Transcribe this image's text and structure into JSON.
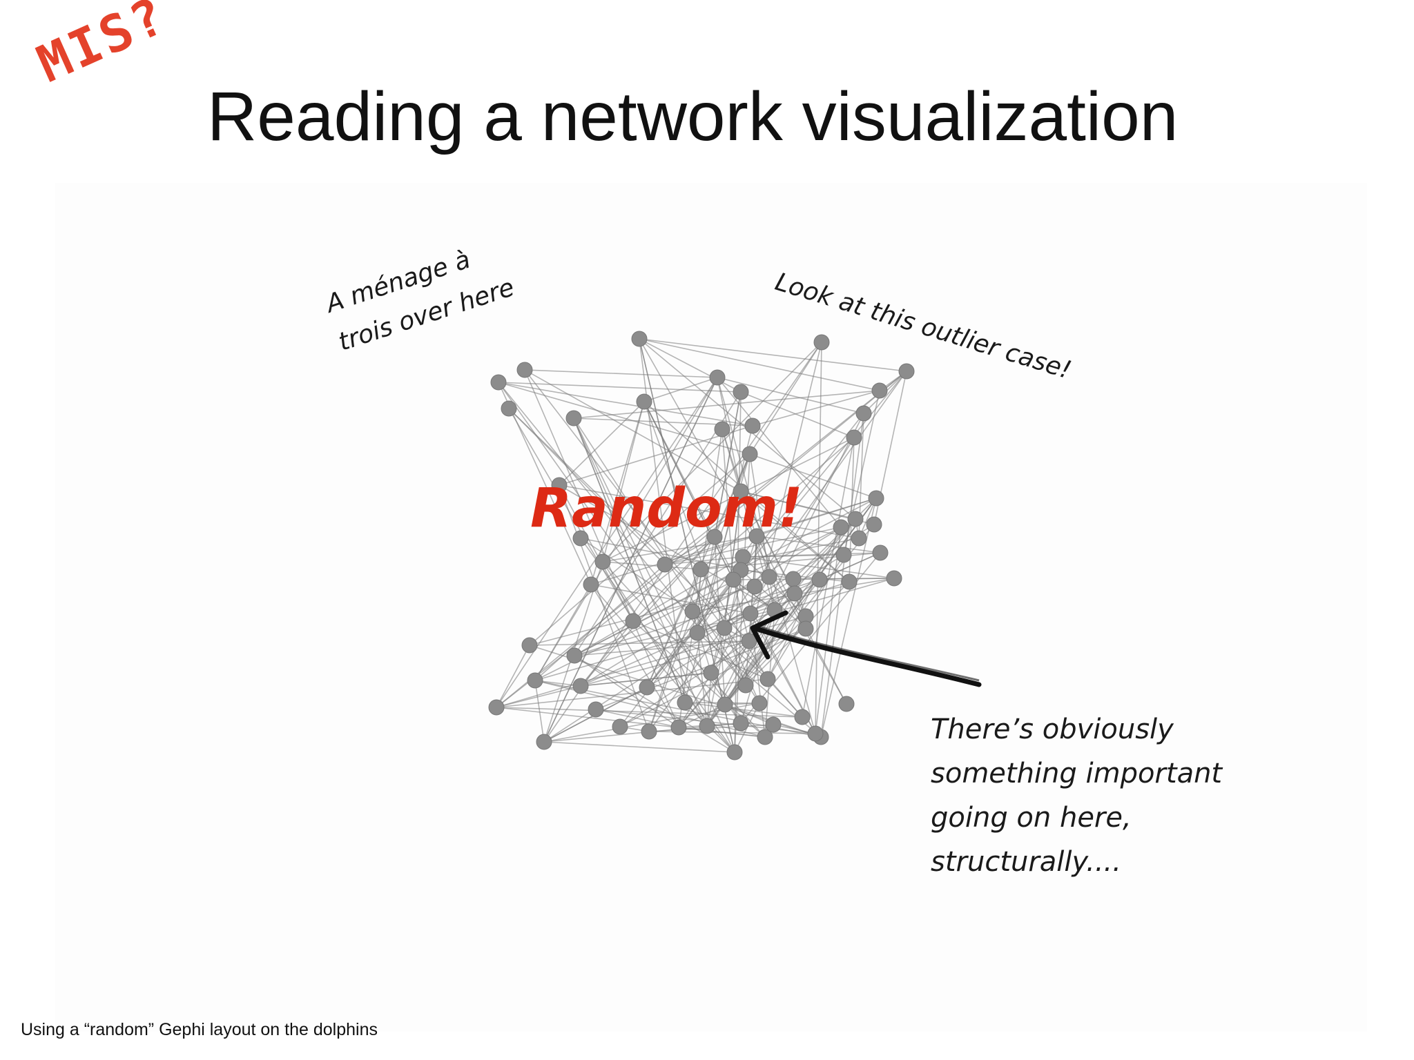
{
  "slide": {
    "title": "Reading a network visualization",
    "stamp": "MIS?",
    "caption": "Using a “random” Gephi layout on the dolphins"
  },
  "annotations": {
    "menage_line1": "A ménage à",
    "menage_line2": "trois over here",
    "outlier": "Look at this outlier case!",
    "random": "Random!",
    "important_line1": "There’s obviously",
    "important_line2": "something important",
    "important_line3": "going on here,",
    "important_line4": "structurally...."
  },
  "colors": {
    "stamp_red": "#e2321a",
    "random_red": "#dd2a14",
    "node_gray": "#8c8c8c",
    "edge_gray": "#7a7a7a"
  },
  "icons": {
    "arrow": "hand-drawn-arrow-icon"
  }
}
